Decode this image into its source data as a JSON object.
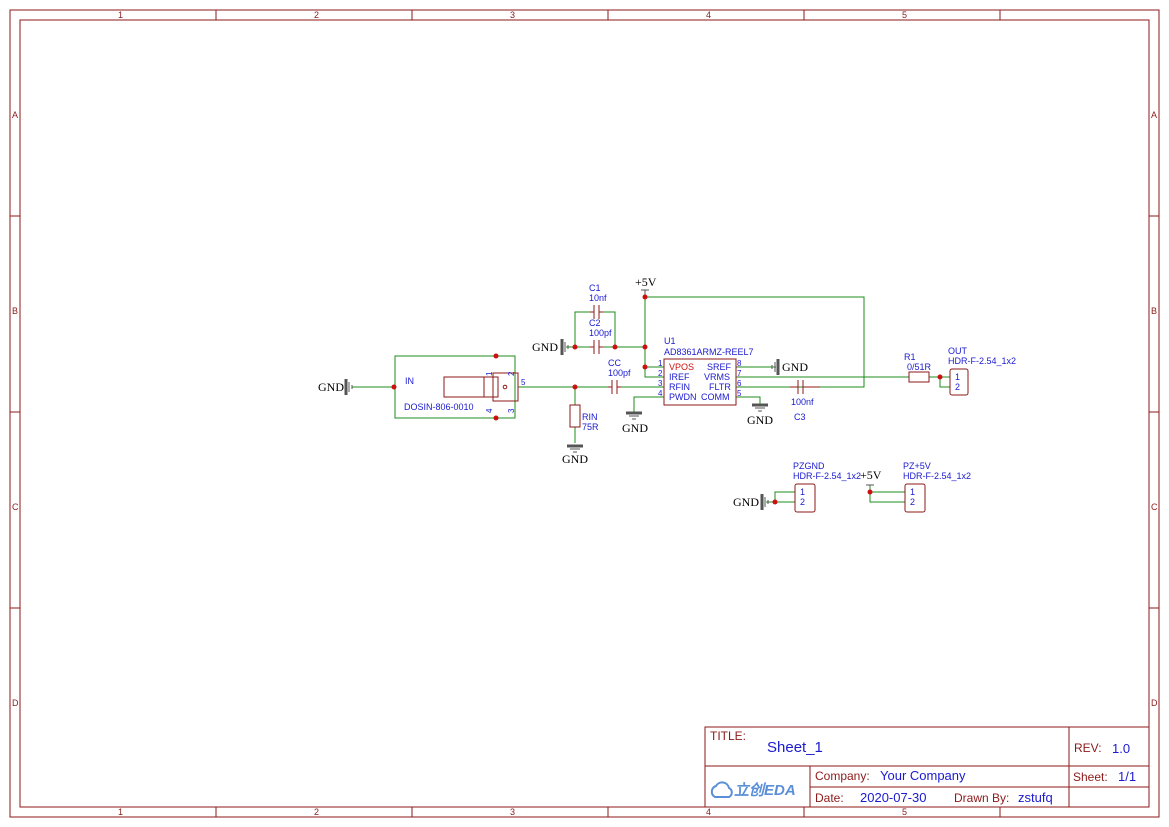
{
  "frame": {
    "col_labels": [
      "1",
      "2",
      "3",
      "4",
      "5"
    ],
    "row_labels": [
      "A",
      "B",
      "C",
      "D"
    ]
  },
  "title_block": {
    "title_label": "TITLE:",
    "title_value": "Sheet_1",
    "rev_label": "REV:",
    "rev_value": "1.0",
    "company_label": "Company:",
    "company_value": "Your Company",
    "sheet_label": "Sheet:",
    "sheet_value": "1/1",
    "date_label": "Date:",
    "date_value": "2020-07-30",
    "drawn_label": "Drawn By:",
    "drawn_value": "zstufq",
    "logo_text": "立创EDA",
    "logo_icon": "cloud-icon"
  },
  "schematic": {
    "power": {
      "vcc": "+5V",
      "gnd": "GND"
    },
    "u1": {
      "ref": "U1",
      "part": "AD8361ARMZ-REEL7",
      "pins_left": [
        {
          "num": "1",
          "name": "VPOS"
        },
        {
          "num": "2",
          "name": "IREF"
        },
        {
          "num": "3",
          "name": "RFIN"
        },
        {
          "num": "4",
          "name": "PWDN"
        }
      ],
      "pins_right": [
        {
          "num": "8",
          "name": "SREF"
        },
        {
          "num": "7",
          "name": "VRMS"
        },
        {
          "num": "6",
          "name": "FLTR"
        },
        {
          "num": "5",
          "name": "COMM"
        }
      ]
    },
    "c1": {
      "ref": "C1",
      "value": "10nf"
    },
    "c2": {
      "ref": "C2",
      "value": "100pf"
    },
    "cc": {
      "ref": "CC",
      "value": "100pf"
    },
    "c3": {
      "ref": "C3",
      "value": "100nf"
    },
    "rin": {
      "ref": "RIN",
      "value": "75R"
    },
    "r1": {
      "ref": "R1",
      "value": "0/51R"
    },
    "in_conn": {
      "ref": "IN",
      "part": "DOSIN-806-0010",
      "pins": [
        "1",
        "2",
        "3",
        "4",
        "5"
      ]
    },
    "out": {
      "ref": "OUT",
      "part": "HDR-F-2.54_1x2",
      "pins": [
        "1",
        "2"
      ]
    },
    "pzgnd": {
      "ref": "PZGND",
      "part": "HDR-F-2.54_1x2",
      "pins": [
        "1",
        "2"
      ]
    },
    "pz5v": {
      "ref": "PZ+5V",
      "part": "HDR-F-2.54_1x2",
      "pins": [
        "1",
        "2"
      ]
    }
  }
}
